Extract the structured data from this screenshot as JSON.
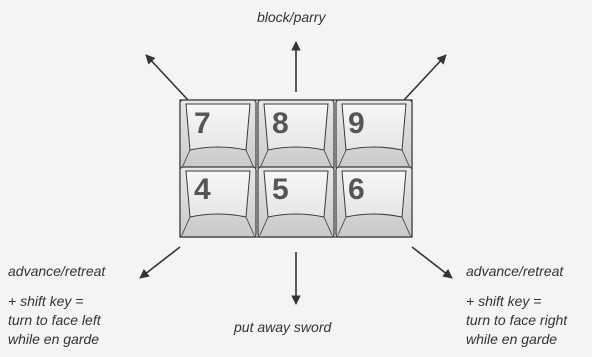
{
  "labels": {
    "top": "block/parry",
    "left_line1": "advance/retreat",
    "left_line2": "+ shift key =",
    "left_line3": "turn to face left",
    "left_line4": "while en garde",
    "bottom": "put away sword",
    "right_line1": "advance/retreat",
    "right_line2": "+ shift key =",
    "right_line3": "turn to face right",
    "right_line4": "while en garde"
  },
  "keys": {
    "k7": "7",
    "k8": "8",
    "k9": "9",
    "k4": "4",
    "k5": "5",
    "k6": "6"
  },
  "colors": {
    "background": "#f4f4f2",
    "key_face": "#f2f2f0",
    "key_side": "#d9d9d7",
    "key_outline": "#3a3a3a",
    "digit": "#555555",
    "arrow": "#333333"
  }
}
